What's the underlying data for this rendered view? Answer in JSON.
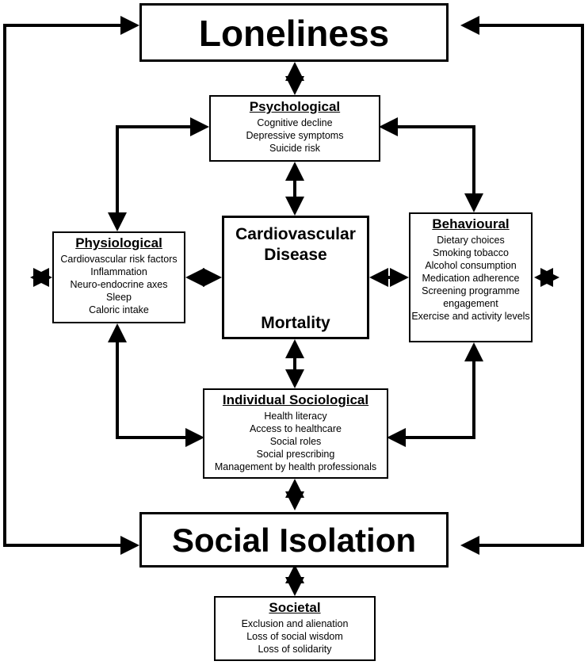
{
  "loneliness": {
    "title": "Loneliness"
  },
  "social_isolation": {
    "title": "Social Isolation"
  },
  "psychological": {
    "title": "Psychological",
    "items": [
      "Cognitive decline",
      "Depressive symptoms",
      "Suicide risk"
    ]
  },
  "physiological": {
    "title": "Physiological",
    "items": [
      "Cardiovascular risk factors",
      "Inflammation",
      "Neuro-endocrine axes",
      "Sleep",
      "Caloric intake"
    ]
  },
  "behavioural": {
    "title": "Behavioural",
    "items": [
      "Dietary choices",
      "Smoking tobacco",
      "Alcohol consumption",
      "Medication adherence",
      "Screening programme engagement",
      "Exercise and activity levels"
    ]
  },
  "center": {
    "line1": "Cardiovascular",
    "line2": "Disease",
    "line3": "Mortality"
  },
  "individual_sociological": {
    "title": "Individual Sociological",
    "items": [
      "Health literacy",
      "Access to healthcare",
      "Social roles",
      "Social prescribing",
      "Management by health professionals"
    ]
  },
  "societal": {
    "title": "Societal",
    "items": [
      "Exclusion and alienation",
      "Loss of social wisdom",
      "Loss of solidarity"
    ]
  }
}
